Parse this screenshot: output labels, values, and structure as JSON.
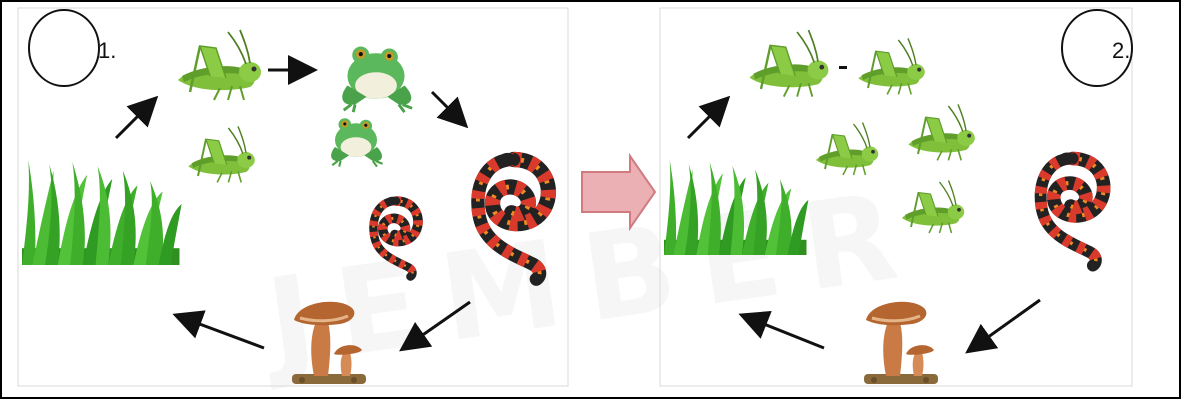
{
  "figure": {
    "panel_1_label": "1.",
    "panel_2_label": "2.",
    "watermark_text": "JEMBER"
  },
  "colors": {
    "frame": "#000000",
    "panel_border": "#d9d9d9",
    "arrow": "#111111",
    "transition_arrow_fill": "#e8a3a8",
    "transition_arrow_stroke": "#c9646c",
    "grass": "#3fae2a",
    "grasshopper": "#7fbf3a",
    "frog": "#5cb85c",
    "snake_red": "#d93a2b",
    "snake_black": "#222222",
    "snake_orange": "#f08a24",
    "mushroom": "#b5652f"
  },
  "icons": [
    "sun-circle-icon",
    "grass-icon",
    "grasshopper-icon",
    "frog-icon",
    "snake-icon",
    "mushroom-icon",
    "arrow-icon"
  ]
}
